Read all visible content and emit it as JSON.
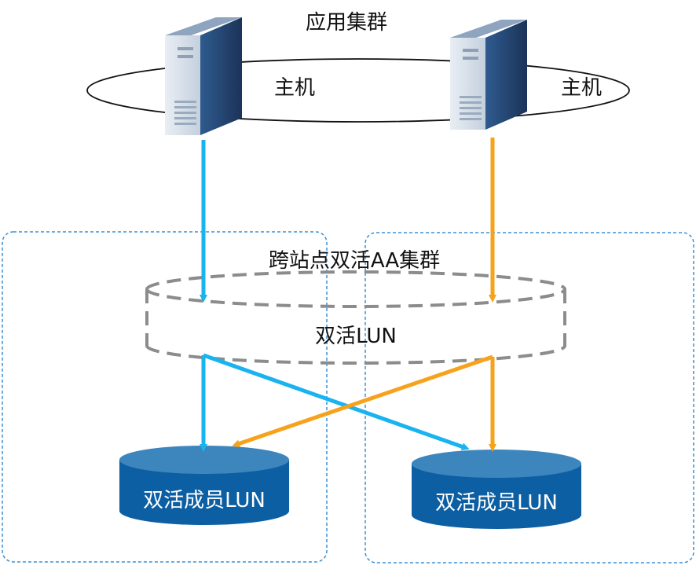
{
  "cluster": {
    "label": "应用集群"
  },
  "hosts": [
    {
      "label": "主机"
    },
    {
      "label": "主机"
    }
  ],
  "aa_cluster": {
    "label": "跨站点双活AA集群"
  },
  "hyper_lun": {
    "label": "双活LUN"
  },
  "member_luns": [
    {
      "label": "双活成员LUN"
    },
    {
      "label": "双活成员LUN"
    }
  ],
  "colors": {
    "left_path": "#19b3f0",
    "right_path": "#f7a21b",
    "disk_top": "#3d86bd",
    "disk_body": "#0d5fa3",
    "site_border": "#3a8fd6",
    "server_front": "#cfd9e4",
    "server_side": "#243f6a"
  },
  "icons": [
    "server-icon",
    "disk-icon",
    "arrow-icon"
  ]
}
